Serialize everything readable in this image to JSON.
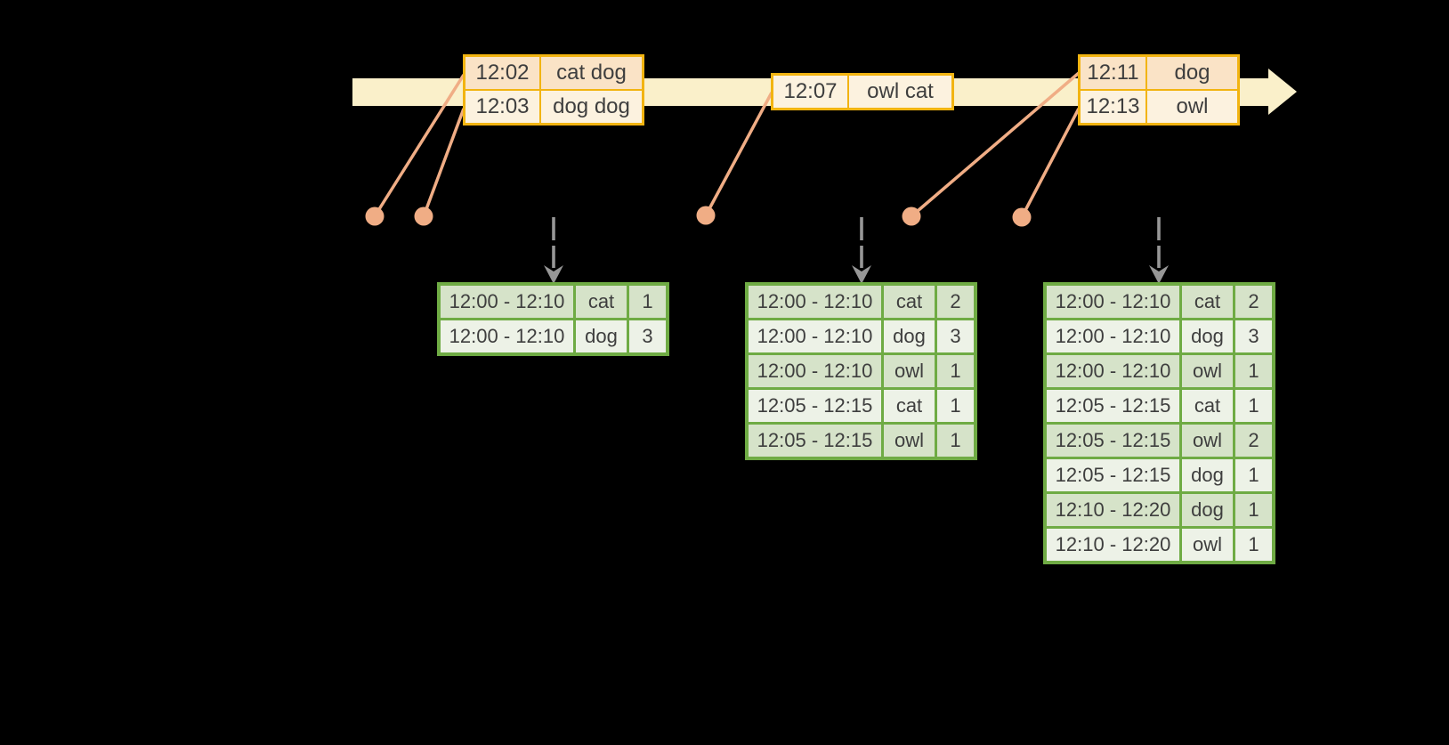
{
  "colors": {
    "gold": "#F2B411",
    "peach": "#FAE3C6",
    "cream": "#FCF2DF",
    "band": "#FAF0CA",
    "salmon": "#F0AD85",
    "green": "#6FAB44",
    "cellDark": "#D6E3C9",
    "cellLight": "#EDF2E7",
    "gray": "#979797",
    "text": "#3E3E3E"
  },
  "timeline": {
    "arrowhead_icon": "right-arrow-icon"
  },
  "event_tables": [
    {
      "rows": [
        {
          "time": "12:02",
          "words": "cat dog",
          "shade": "peach"
        },
        {
          "time": "12:03",
          "words": "dog dog",
          "shade": "cream"
        }
      ]
    },
    {
      "rows": [
        {
          "time": "12:07",
          "words": "owl cat",
          "shade": "cream"
        }
      ]
    },
    {
      "rows": [
        {
          "time": "12:11",
          "words": "dog",
          "shade": "peach"
        },
        {
          "time": "12:13",
          "words": "owl",
          "shade": "cream"
        }
      ]
    }
  ],
  "result_tables": [
    {
      "rows": [
        [
          "12:00 - 12:10",
          "cat",
          "1"
        ],
        [
          "12:00 - 12:10",
          "dog",
          "3"
        ]
      ]
    },
    {
      "rows": [
        [
          "12:00 - 12:10",
          "cat",
          "2"
        ],
        [
          "12:00 - 12:10",
          "dog",
          "3"
        ],
        [
          "12:00 - 12:10",
          "owl",
          "1"
        ],
        [
          "12:05 - 12:15",
          "cat",
          "1"
        ],
        [
          "12:05 - 12:15",
          "owl",
          "1"
        ]
      ]
    },
    {
      "rows": [
        [
          "12:00 - 12:10",
          "cat",
          "2"
        ],
        [
          "12:00 - 12:10",
          "dog",
          "3"
        ],
        [
          "12:00 - 12:10",
          "owl",
          "1"
        ],
        [
          "12:05 - 12:15",
          "cat",
          "1"
        ],
        [
          "12:05 - 12:15",
          "owl",
          "2"
        ],
        [
          "12:05 - 12:15",
          "dog",
          "1"
        ],
        [
          "12:10 - 12:20",
          "dog",
          "1"
        ],
        [
          "12:10 - 12:20",
          "owl",
          "1"
        ]
      ]
    }
  ]
}
